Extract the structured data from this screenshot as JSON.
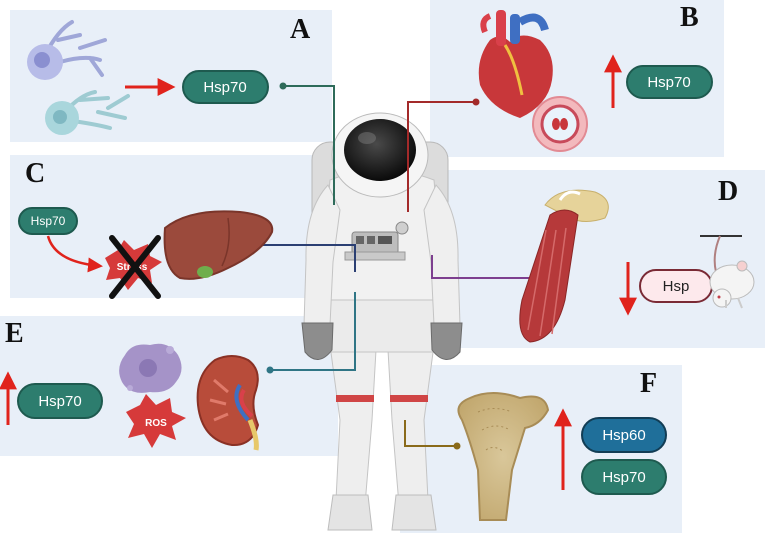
{
  "panels": {
    "a": {
      "letter": "A",
      "pill": "Hsp70"
    },
    "b": {
      "letter": "B",
      "pill": "Hsp70"
    },
    "c": {
      "letter": "C",
      "pill": "Hsp70",
      "stress": "Stress"
    },
    "d": {
      "letter": "D",
      "pill": "Hsp"
    },
    "e": {
      "letter": "E",
      "pill": "Hsp70",
      "ros": "ROS"
    },
    "f": {
      "letter": "F",
      "pill_top": "Hsp60",
      "pill_bottom": "Hsp70"
    }
  },
  "colors": {
    "panel_bg": "#e8eff8",
    "pill_green": "#2d7d6e",
    "pill_blue": "#1f6f9a",
    "arrow_red": "#e0231c",
    "line_green": "#2e6b5a",
    "line_red": "#a32a2a",
    "line_navy": "#2b3f73",
    "line_purple": "#7d3f8f",
    "line_teal": "#2f7585",
    "line_olive": "#8a6a1a"
  }
}
